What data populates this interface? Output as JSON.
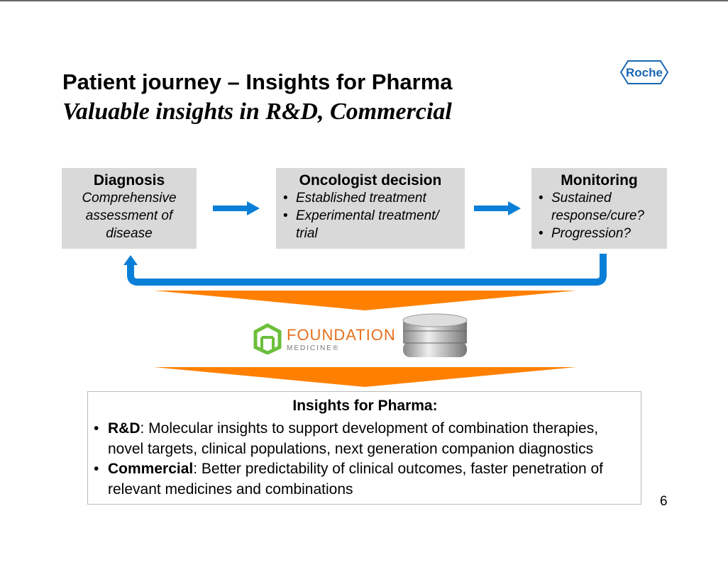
{
  "title": "Patient journey – Insights for Pharma",
  "subtitle": "Valuable insights in R&D, Commercial",
  "logo": "Roche",
  "boxes": {
    "diagnosis": {
      "title": "Diagnosis",
      "text": "Comprehensive assessment of disease"
    },
    "oncologist": {
      "title": "Oncologist decision",
      "items": [
        "Established treatment",
        "Experimental treatment/ trial"
      ]
    },
    "monitoring": {
      "title": "Monitoring",
      "items": [
        "Sustained response/cure?",
        "Progression?"
      ]
    }
  },
  "foundation": {
    "name": "FOUNDATION",
    "sub": "MEDICINE®"
  },
  "insights": {
    "title": "Insights for Pharma:",
    "items": [
      {
        "bold": "R&D",
        "text": ": Molecular insights to support development of combination therapies, novel targets, clinical populations, next generation companion diagnostics"
      },
      {
        "bold": "Commercial",
        "text": ": Better predictability of clinical outcomes, faster penetration of relevant medicines and combinations"
      }
    ]
  },
  "page_number": "6",
  "colors": {
    "arrow_blue": "#0a7fd8",
    "orange": "#ff8000",
    "box_gray": "#d9d9d9",
    "roche_blue": "#1a66b3",
    "fm_green": "#6cbf3a"
  }
}
